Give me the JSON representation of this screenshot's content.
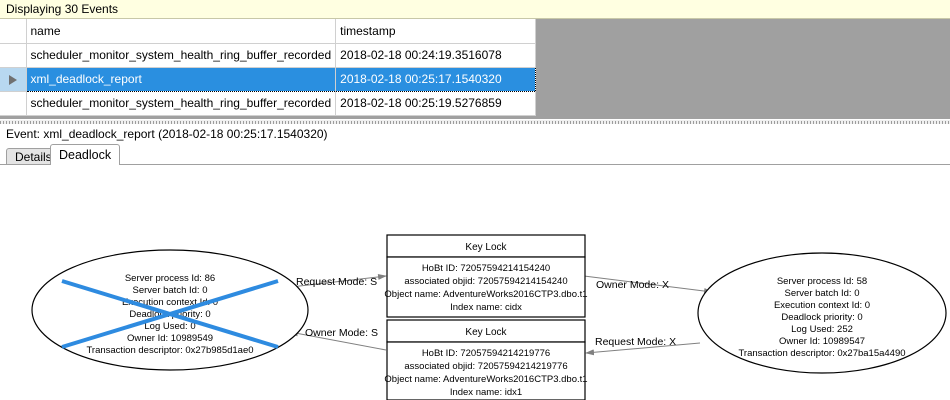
{
  "status_bar": {
    "text": "Displaying 30 Events"
  },
  "grid": {
    "columns": [
      {
        "key": "selector",
        "label": ""
      },
      {
        "key": "name",
        "label": "name"
      },
      {
        "key": "timestamp",
        "label": "timestamp"
      }
    ],
    "rows": [
      {
        "marker": "",
        "name": "scheduler_monitor_system_health_ring_buffer_recorded",
        "timestamp": "2018-02-18 00:24:19.3516078",
        "selected": false
      },
      {
        "marker": "▶",
        "name": "xml_deadlock_report",
        "timestamp": "2018-02-18 00:25:17.1540320",
        "selected": true
      },
      {
        "marker": "",
        "name": "scheduler_monitor_system_health_ring_buffer_recorded",
        "timestamp": "2018-02-18 00:25:19.5276859",
        "selected": false
      }
    ]
  },
  "event_header": {
    "text": "Event: xml_deadlock_report (2018-02-18 00:25:17.1540320)"
  },
  "tabs": [
    {
      "label": "Details",
      "active": false
    },
    {
      "label": "Deadlock",
      "active": true
    }
  ],
  "deadlock_graph": {
    "victim_process": {
      "title": "deadlock-victim-process",
      "lines": [
        "Server process Id: 86",
        "Server batch Id: 0",
        "Execution context Id: 0",
        "Deadlock priority: 0",
        "Log Used: 0",
        "Owner Id: 10989549",
        "Transaction descriptor: 0x27b985d1ae0"
      ],
      "is_victim": true,
      "victim_cross_color": "#2e8be0"
    },
    "surviving_process": {
      "title": "surviving-process",
      "lines": [
        "Server process Id: 58",
        "Server batch Id: 0",
        "Execution context Id: 0",
        "Deadlock priority: 0",
        "Log Used: 252",
        "Owner Id: 10989547",
        "Transaction descriptor: 0x27ba15a4490"
      ],
      "is_victim": false
    },
    "resources": [
      {
        "id": "key-lock-top",
        "header": "Key Lock",
        "lines": [
          "HoBt ID: 72057594214154240",
          "associated objid: 72057594214154240",
          "Object name: AdventureWorks2016CTP3.dbo.t1",
          "Index name: cidx"
        ]
      },
      {
        "id": "key-lock-bottom",
        "header": "Key Lock",
        "lines": [
          "HoBt ID: 72057594214219776",
          "associated objid: 72057594214219776",
          "Object name: AdventureWorks2016CTP3.dbo.t1",
          "Index name: idx1"
        ]
      }
    ],
    "edges": [
      {
        "id": "edge-left-request",
        "label": "Request Mode: S",
        "from": "victim-process",
        "to": "key-lock-top",
        "direction": "right"
      },
      {
        "id": "edge-right-owner",
        "label": "Owner Mode: X",
        "from": "key-lock-top",
        "to": "surviving-process",
        "direction": "right"
      },
      {
        "id": "edge-left-owner",
        "label": "Owner Mode: S",
        "from": "key-lock-bottom",
        "to": "victim-process",
        "direction": "left"
      },
      {
        "id": "edge-right-request",
        "label": "Request Mode: X",
        "from": "surviving-process",
        "to": "key-lock-bottom",
        "direction": "left"
      }
    ]
  },
  "colors": {
    "status_bar_bg": "#ffffe1",
    "selection_blue": "#2a8fe0",
    "grid_filler_gray": "#a0a0a0",
    "victim_cross": "#2e8be0"
  }
}
